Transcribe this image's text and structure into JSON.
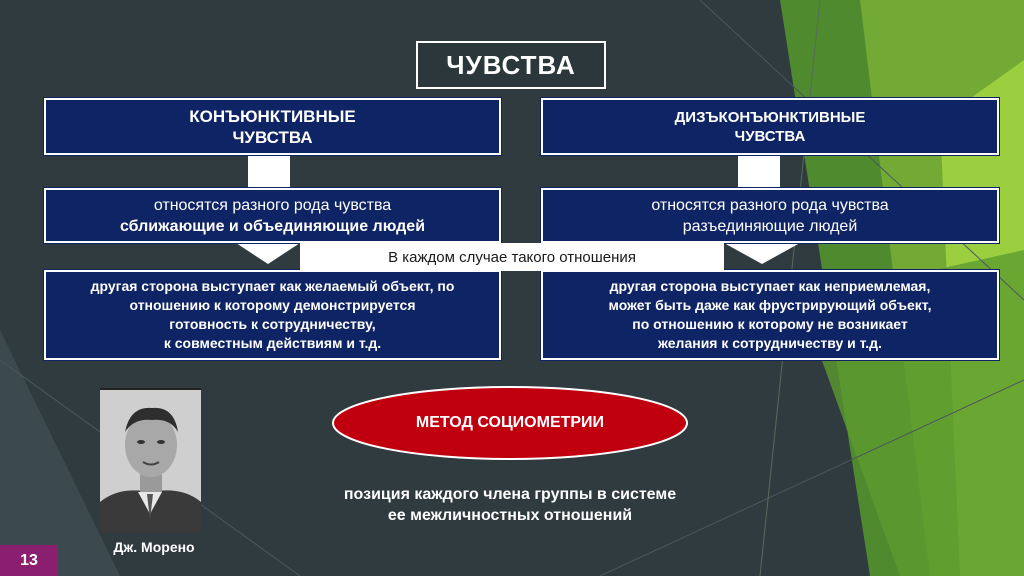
{
  "title": "ЧУВСТВА",
  "left": {
    "header_line1": "КОНЪЮНКТИВНЫЕ",
    "header_line2": "ЧУВСТВА",
    "desc_line1": "относятся разного рода чувства",
    "desc_line2": "сближающие и объединяющие людей",
    "detail_line1": "другая сторона выступает как желаемый объект, по",
    "detail_line2": "отношению к которому демонстрируется",
    "detail_line3": "готовность к сотрудничеству,",
    "detail_line4": "к совместным действиям и т.д."
  },
  "right": {
    "header_line1": "ДИЗЪКОНЪЮНКТИВНЫЕ",
    "header_line2": "ЧУВСТВА",
    "desc_line1": "относятся разного рода чувства",
    "desc_line2": "разъединяющие людей",
    "detail_line1": "другая сторона выступает как неприемлемая,",
    "detail_line2": "может быть даже как фрустрирующий объект,",
    "detail_line3": "по отношению к которому не возникает",
    "detail_line4": "желания к сотрудничеству и т.д."
  },
  "connector_text": "В каждом случае такого отношения",
  "method": "МЕТОД СОЦИОМЕТРИИ",
  "position_line1": "позиция каждого члена группы в системе",
  "position_line2": "ее межличностных отношений",
  "photo_caption": "Дж. Морено",
  "page_number": "13",
  "colors": {
    "background": "#2f3b3f",
    "box_fill": "#0f2464",
    "ellipse_fill": "#c0000f",
    "green_accent": "#8cc63f",
    "page_badge": "#8b1f6f"
  }
}
